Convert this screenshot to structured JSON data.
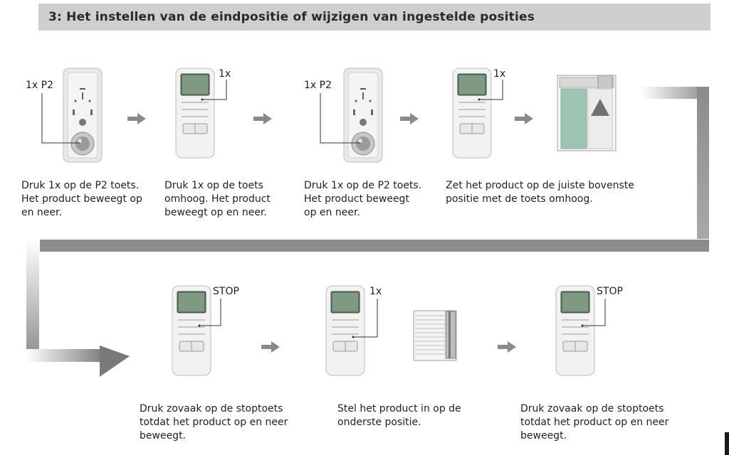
{
  "header": {
    "title": "3: Het instellen van de eindpositie of wijzigen van ingestelde posities"
  },
  "steps": [
    {
      "label": "1x P2",
      "caption": "Druk 1x op de P2 toets.\nHet product beweegt op\nen neer."
    },
    {
      "label": "1x",
      "caption": "Druk 1x op de toets\nomhoog. Het product\nbeweegt op en neer."
    },
    {
      "label": "1x P2",
      "caption": "Druk 1x op de P2 toets.\nHet product beweegt\nop en neer."
    },
    {
      "label": "1x",
      "caption": "Zet het product op de  juiste bovenste\npositie met de toets omhoog."
    },
    {
      "label": "STOP",
      "caption": "Druk zovaak op de stoptoets\ntotdat het product op en neer\nbeweegt."
    },
    {
      "label": "1x",
      "caption": "Stel het product in op de\nonderste positie."
    },
    {
      "label": "STOP",
      "caption": "Druk zovaak op de stoptoets\ntotdat het product op en neer\nbeweegt."
    }
  ],
  "colors": {
    "title_bar": "#cfcfcf",
    "arrow": "#8a8a8a",
    "curtain": "#9fc4b4",
    "arrow_up": "#707070"
  }
}
